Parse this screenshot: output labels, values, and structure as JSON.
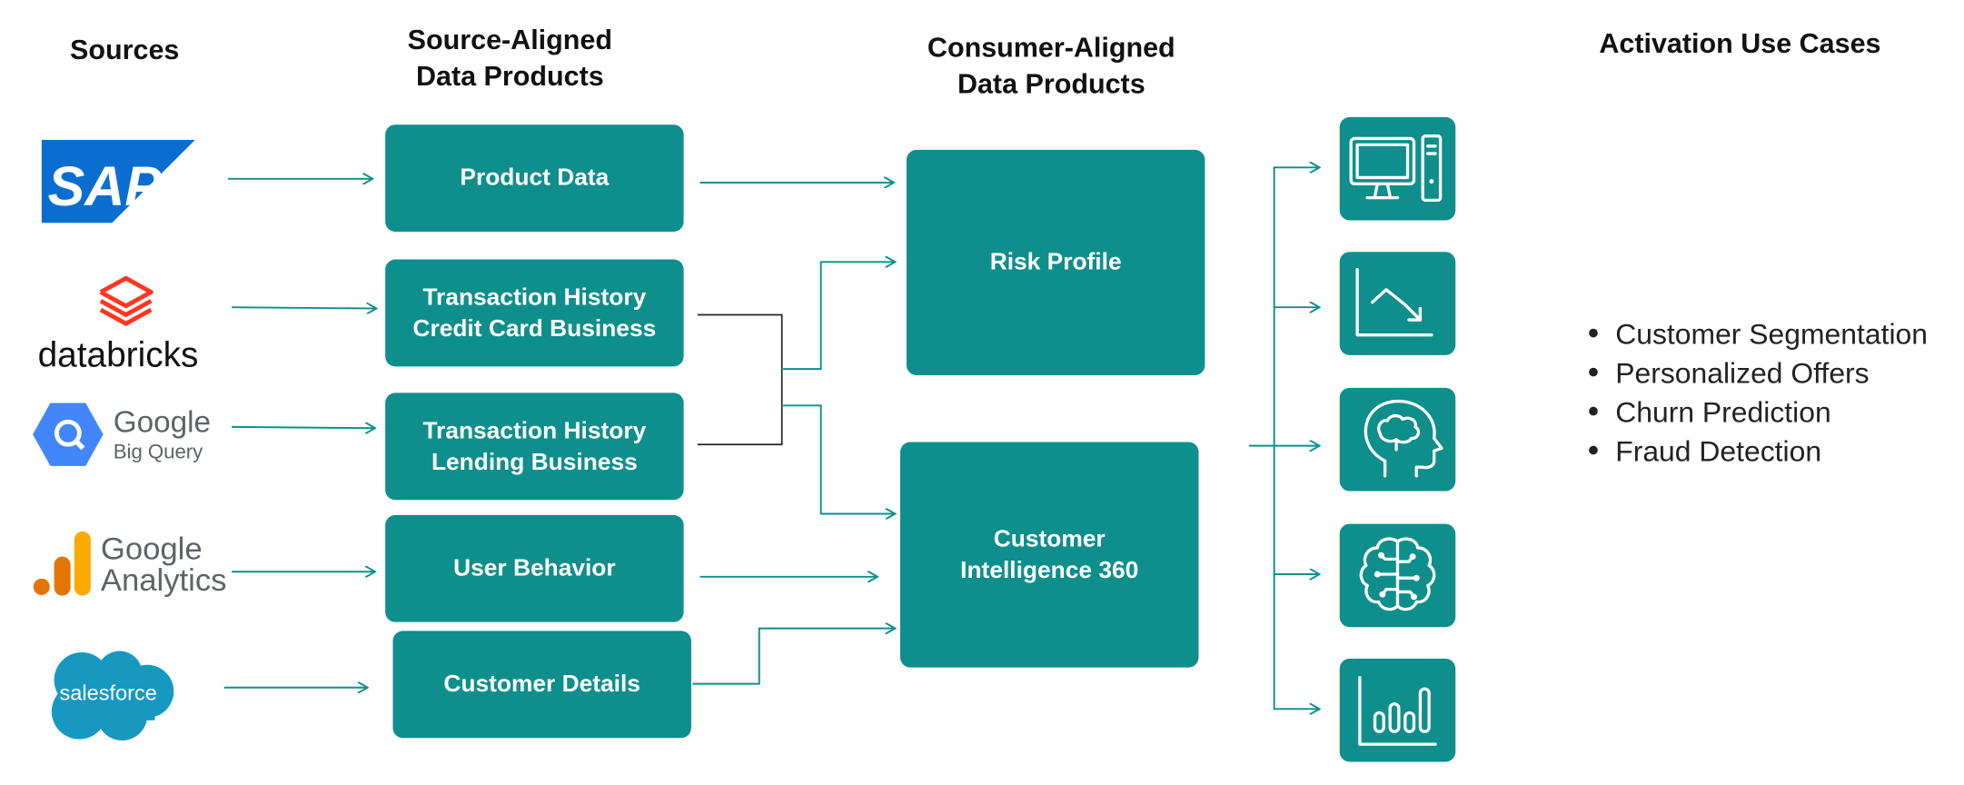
{
  "headers": {
    "sources": "Sources",
    "source_aligned_line1": "Source-Aligned",
    "source_aligned_line2": "Data Products",
    "consumer_aligned_line1": "Consumer-Aligned",
    "consumer_aligned_line2": "Data Products",
    "activation": "Activation Use Cases"
  },
  "sources": {
    "sap": "SAP",
    "databricks": "databricks",
    "bigquery_line1": "Google",
    "bigquery_line2": "Big Query",
    "analytics_line1": "Google",
    "analytics_line2": "Analytics",
    "salesforce": "salesforce"
  },
  "source_products": {
    "product_data": [
      "Product Data"
    ],
    "txn_credit": [
      "Transaction History",
      "Credit Card Business"
    ],
    "txn_lending": [
      "Transaction History",
      "Lending Business"
    ],
    "user_behavior": [
      "User Behavior"
    ],
    "customer_details": [
      "Customer Details"
    ]
  },
  "consumer_products": {
    "risk_profile": [
      "Risk Profile"
    ],
    "customer_360": [
      "Customer",
      "Intelligence 360"
    ]
  },
  "activation_icons": [
    "computer-icon",
    "trend-down-chart-icon",
    "head-brain-icon",
    "brain-circuit-icon",
    "bar-chart-icon"
  ],
  "activation_use_cases": [
    "Customer Segmentation",
    "Personalized Offers",
    "Churn Prediction",
    "Fraud Detection"
  ],
  "colors": {
    "box": "#0e8f8c",
    "connector": "#0e8f8c",
    "sap_blue": "#0a6ed1",
    "databricks_red": "#ff3621",
    "google_gray": "#5f6368",
    "bigquery_blue": "#4386fa",
    "analytics_orange": "#f9ab00",
    "analytics_dark_orange": "#e37400",
    "salesforce_blue": "#1798c1"
  }
}
